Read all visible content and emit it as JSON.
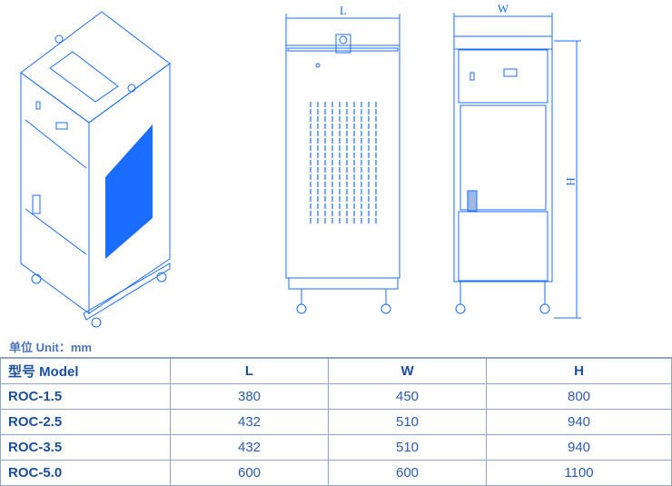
{
  "drawing": {
    "dim_L": "L",
    "dim_W": "W",
    "dim_H": "H",
    "color": "#1a6dff"
  },
  "unit_label": "单位 Unit：mm",
  "table": {
    "headers": [
      "型号 Model",
      "L",
      "W",
      "H"
    ],
    "rows": [
      {
        "model": "ROC-1.5",
        "L": "380",
        "W": "450",
        "H": "800"
      },
      {
        "model": "ROC-2.5",
        "L": "432",
        "W": "510",
        "H": "940"
      },
      {
        "model": "ROC-3.5",
        "L": "432",
        "W": "510",
        "H": "940"
      },
      {
        "model": "ROC-5.0",
        "L": "600",
        "W": "600",
        "H": "1100"
      }
    ]
  }
}
